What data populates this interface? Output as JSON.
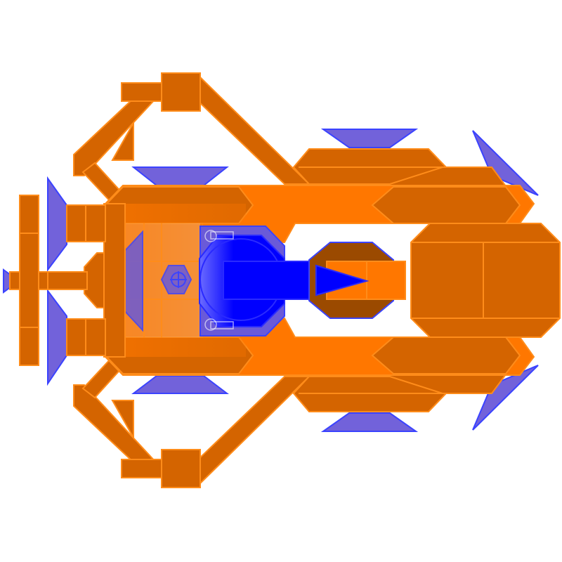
{
  "sprite": {
    "colors": {
      "background": "#ffffff",
      "hull": "#ff7700",
      "hull_dark": "#d46400",
      "hull_stroke": "#ff8c1a",
      "wing_fill": "#6a5ad8",
      "wing_stroke": "#3b43ff",
      "core": "#0000ff",
      "core_stroke": "#2a2aff",
      "shadow": "#9b4a00",
      "glass": "#d9d9d9"
    },
    "layers": [
      "wings",
      "frame",
      "hull",
      "cockpit",
      "cannon"
    ],
    "icons": [
      "ship-sprite",
      "cockpit-core-icon",
      "crosshair-icon"
    ]
  }
}
